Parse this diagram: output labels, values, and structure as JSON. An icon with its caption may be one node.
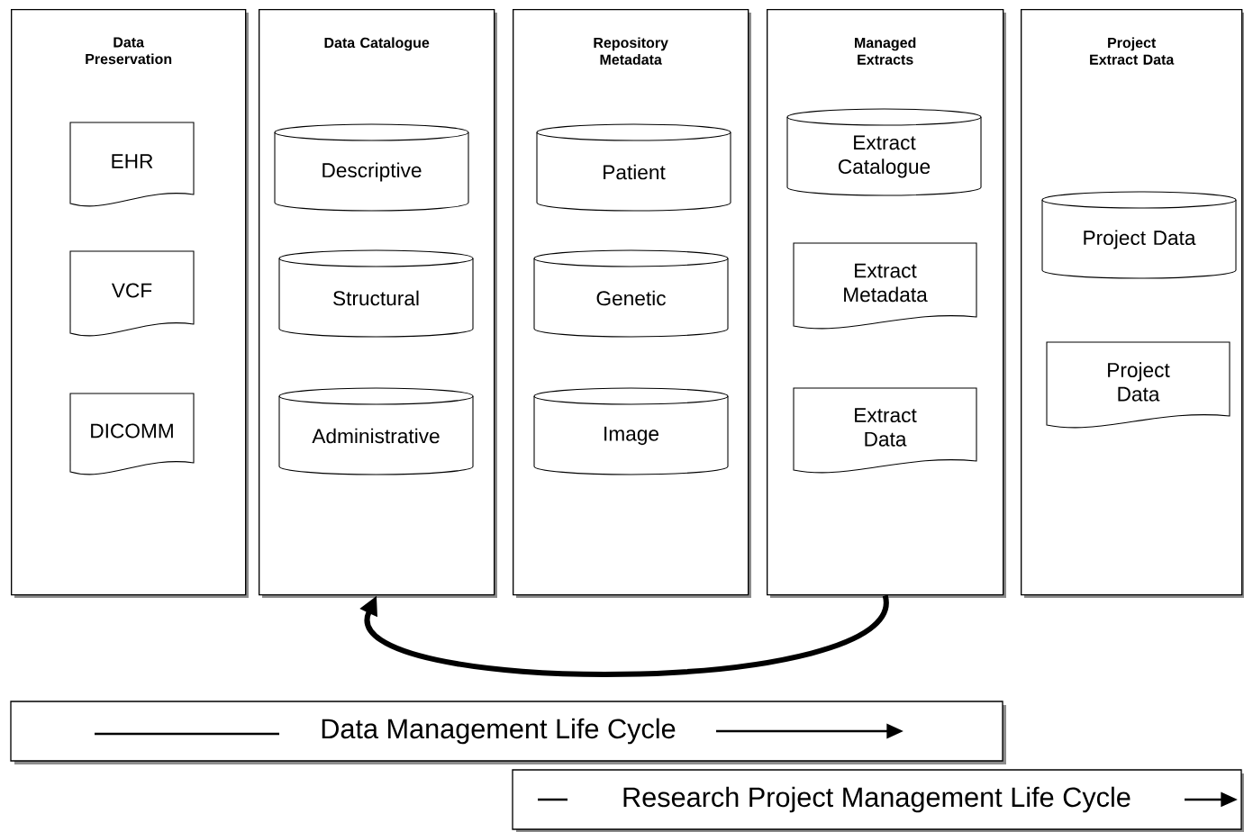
{
  "diagram": {
    "nodes": [
      {
        "text": [
          "Data Preservation"
        ]
      },
      {
        "text": [
          "EHR"
        ],
        "in": 0
      },
      {
        "text": [
          "VCF"
        ],
        "in": 0
      },
      {
        "text": [
          "DICOMM"
        ],
        "in": 0
      },
      {
        "text": [
          "Data Catalogue"
        ]
      },
      {
        "text": [
          "Descriptive"
        ],
        "in": 4
      },
      {
        "text": [
          "Structural"
        ],
        "in": 4
      },
      {
        "text": [
          "Administrative"
        ],
        "in": 4
      },
      {
        "text": [
          "Repository Metadata"
        ]
      },
      {
        "text": [
          "Patient"
        ],
        "in": 8
      },
      {
        "text": [
          "Genetic"
        ],
        "in": 8
      },
      {
        "text": [
          "Image"
        ],
        "in": 8
      },
      {
        "text": [
          "Managed Extracts"
        ]
      },
      {
        "text": [
          "Extract Catalogue"
        ],
        "in": 12
      },
      {
        "text": [
          "Extract Metadata"
        ],
        "in": 12
      },
      {
        "text": [
          "Extract Data"
        ],
        "in": 12
      },
      {
        "text": [
          "Project Extract Data"
        ]
      },
      {
        "text": [
          "Project Data"
        ],
        "in": 16
      },
      {
        "text": [
          "Project Data"
        ],
        "in": 16
      },
      {
        "text": [
          "Data Management Life Cycle"
        ]
      },
      {
        "text": [
          "Research Project Management Life Cycle"
        ]
      }
    ],
    "edges": [
      {
        "from": 12,
        "to": 4,
        "arrow": "to"
      }
    ]
  }
}
